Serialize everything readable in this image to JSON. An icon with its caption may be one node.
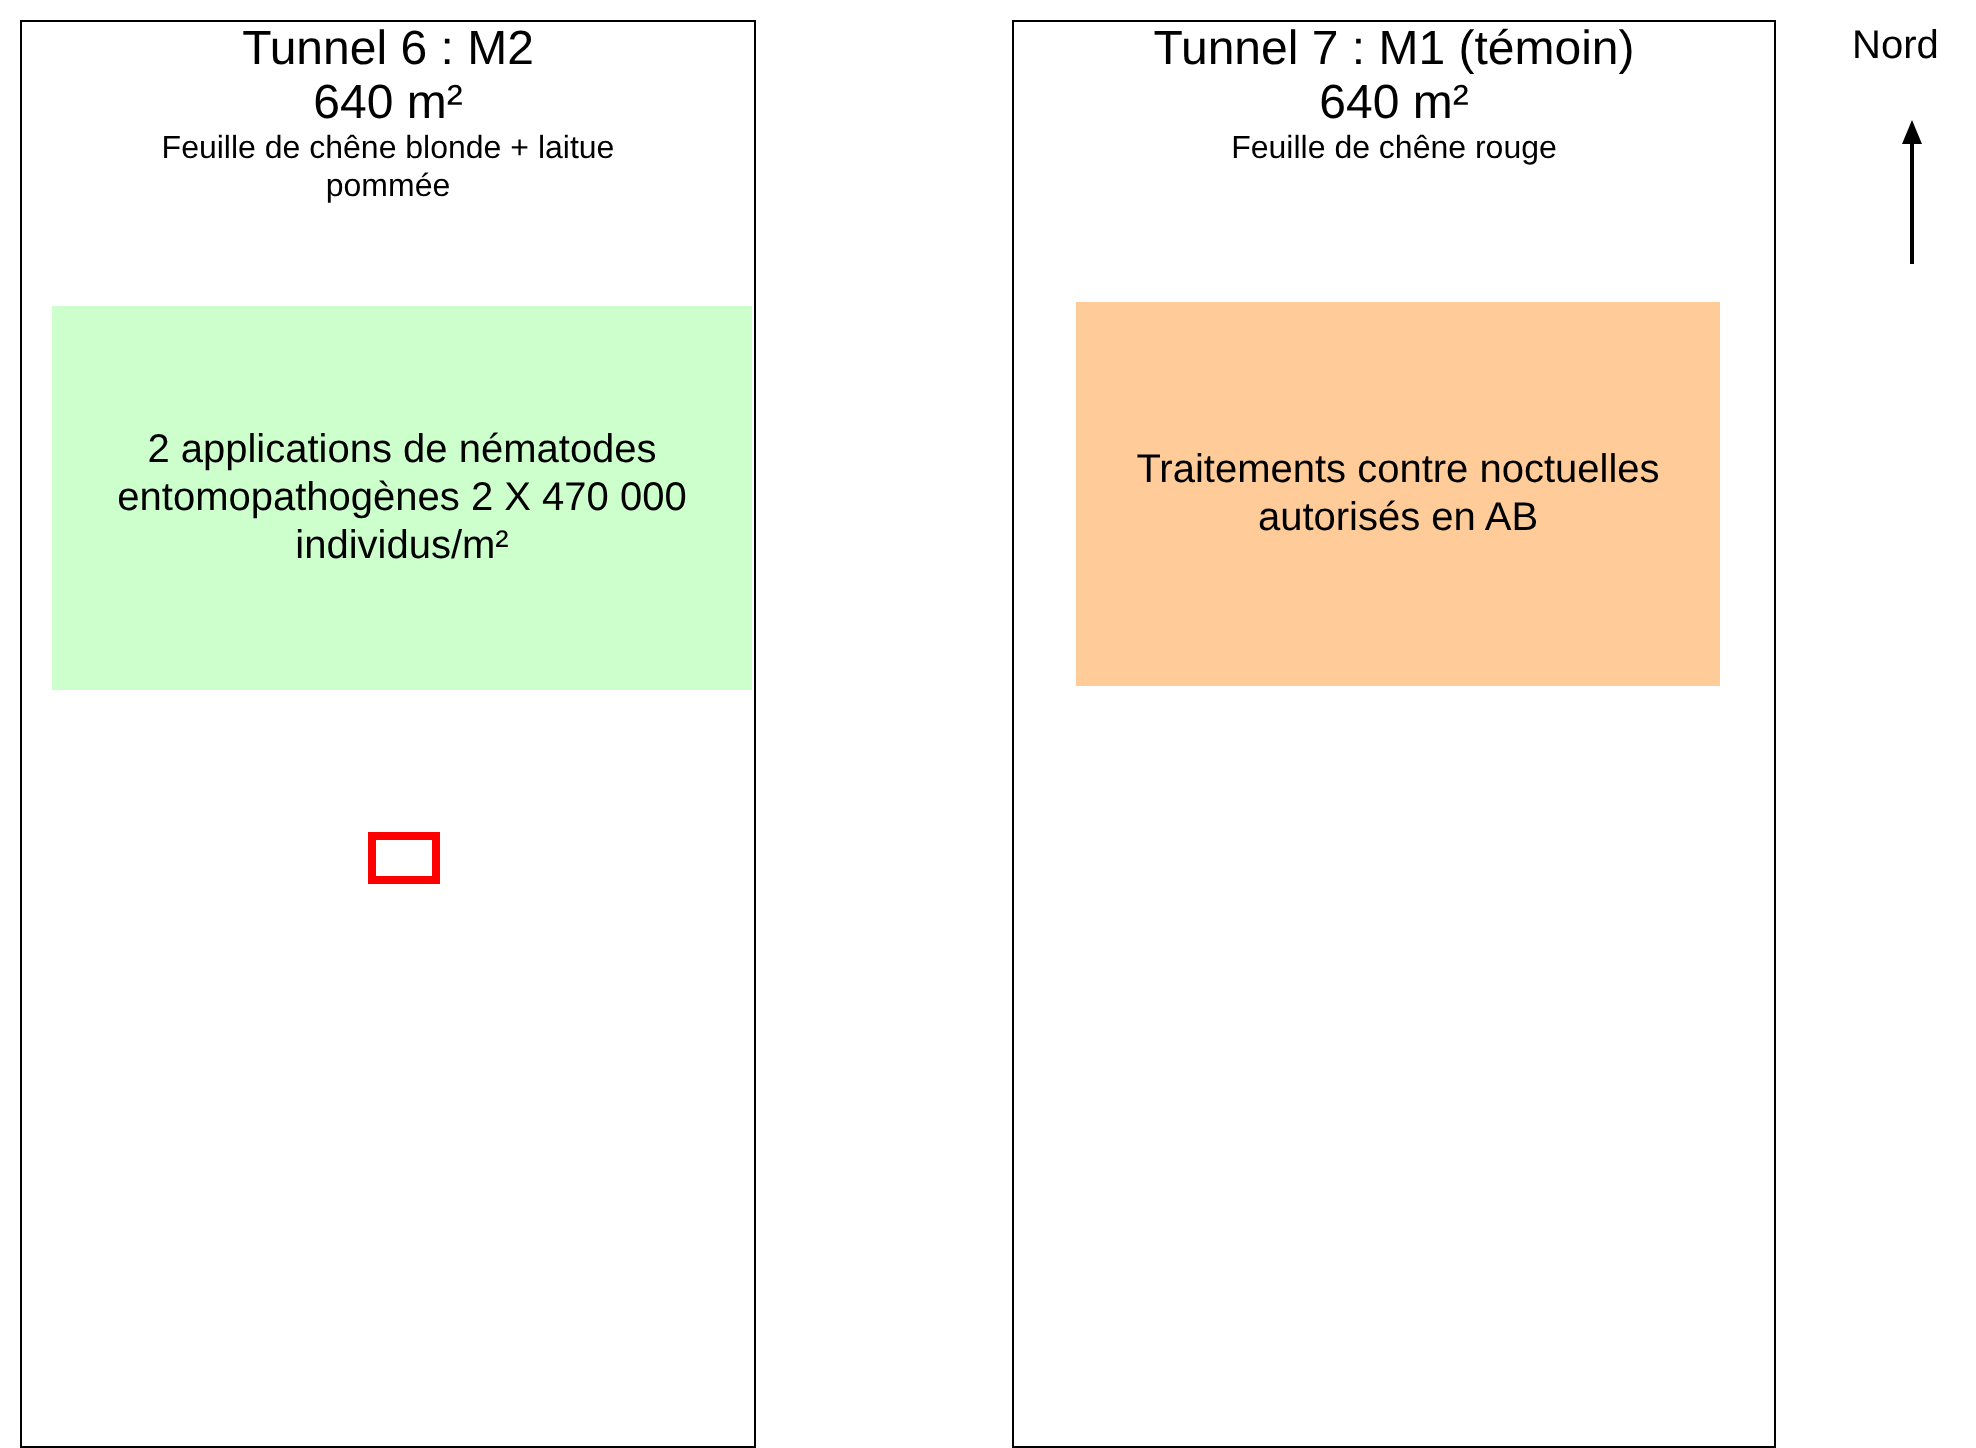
{
  "diagram": {
    "nodes": [
      {
        "text": [
          "Tunnel 6 : M2",
          "640 m²",
          "Feuille de chêne blonde + laitue pommée"
        ]
      },
      {
        "text": [
          "2 applications de nématodes entomopathogènes 2 X 470 000 individus/m²"
        ],
        "in": 0
      },
      {
        "text": [],
        "shape": "box",
        "in": 0
      },
      {
        "text": [
          "Tunnel 7 : M1 (témoin)",
          "640 m²",
          "Feuille de chêne rouge"
        ]
      },
      {
        "text": [
          "Traitements contre noctuelles autorisés en AB"
        ],
        "in": 3
      }
    ],
    "edges": [],
    "labels": [
      "Nord"
    ]
  }
}
